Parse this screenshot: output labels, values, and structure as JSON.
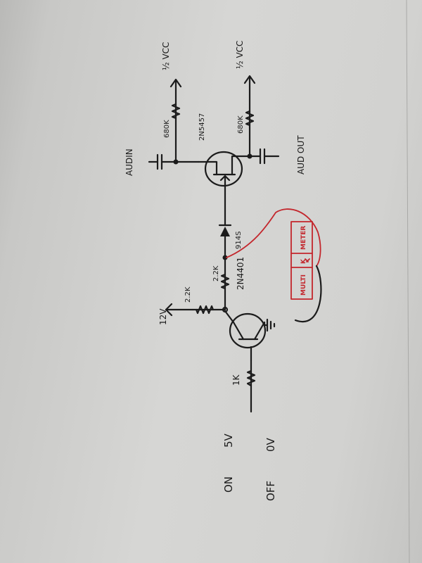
{
  "schematic": {
    "labels": {
      "on": "ON",
      "off": "OFF",
      "v5": "5V",
      "v0": "0V",
      "r_base": "1K",
      "supply": "12V",
      "r_collector": "2.2K",
      "r_series": "2.2K",
      "transistor": "2N4401",
      "diode": "914S",
      "jfet": "2N5457",
      "audio_in": "AUDIN",
      "audio_out": "AUD OUT",
      "r_gate": "680K",
      "r_drain": "680K",
      "half_vcc_top": "½ VCC",
      "half_vcc_bottom": "½ VCC"
    },
    "meter": {
      "left": "MULTI",
      "middle": "K",
      "right": "METER"
    }
  },
  "colors": {
    "ink": "#1b1b1b",
    "red_pen": "#c3262c",
    "paper": "#d4d4d2"
  }
}
